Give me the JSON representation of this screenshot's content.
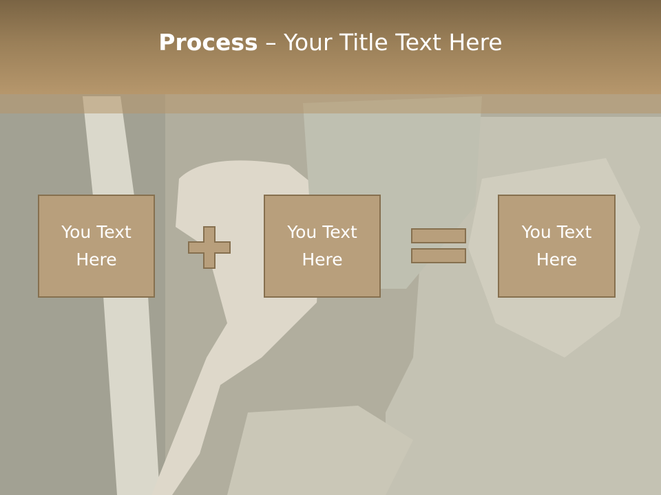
{
  "slide": {
    "title_bold": "Process",
    "title_rest": " – Your Title Text Here",
    "boxes": [
      {
        "text": "You Text\nHere"
      },
      {
        "text": "You Text\nHere"
      },
      {
        "text": "You Text\nHere"
      }
    ],
    "operators": {
      "first": "plus-icon",
      "second": "equals-icon"
    }
  },
  "colors": {
    "header": "#a3865e",
    "box_fill": "#b89f7c",
    "box_border": "#86704f",
    "title_text": "#ffffff"
  }
}
